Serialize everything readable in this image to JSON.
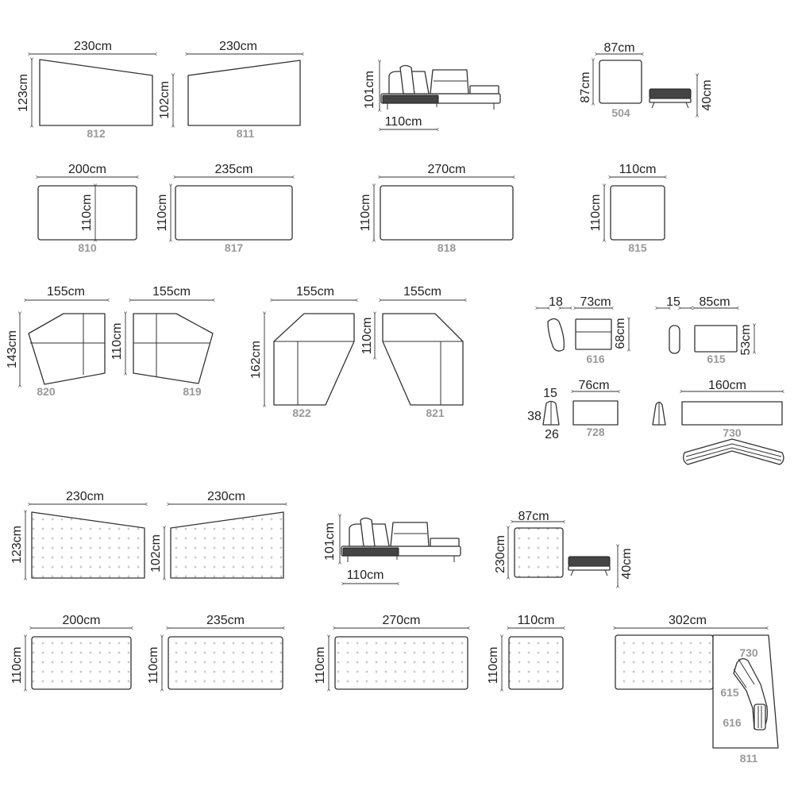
{
  "row1": {
    "m812": {
      "width": "230cm",
      "depth": "123cm",
      "code": "812"
    },
    "m811": {
      "width": "230cm",
      "depth": "102cm",
      "code": "811"
    },
    "side_view": {
      "height": "101cm",
      "seat_depth": "110cm"
    },
    "m504": {
      "width": "87cm",
      "depth": "87cm",
      "code": "504",
      "ottoman_height": "40cm"
    }
  },
  "row2": {
    "m810": {
      "width": "200cm",
      "depth": "110cm",
      "code": "810"
    },
    "m817": {
      "width": "235cm",
      "depth": "110cm",
      "code": "817"
    },
    "m818": {
      "width": "270cm",
      "depth": "110cm",
      "code": "818"
    },
    "m815": {
      "width": "110cm",
      "depth": "110cm",
      "code": "815"
    }
  },
  "row3": {
    "m820": {
      "width": "155cm",
      "depth": "143cm",
      "code": "820"
    },
    "m819": {
      "width": "155cm",
      "depth": "110cm",
      "code": "819"
    },
    "m822": {
      "width": "155cm",
      "depth": "162cm",
      "code": "822"
    },
    "m821": {
      "width": "155cm",
      "depth": "110cm",
      "code": "821"
    }
  },
  "cushions": {
    "c616": {
      "thickness": "18",
      "width": "73cm",
      "height": "68cm",
      "code": "616"
    },
    "c615": {
      "thickness": "15",
      "width": "85cm",
      "height": "53cm",
      "code": "615"
    },
    "c728": {
      "top": "15",
      "height": "38",
      "bottom": "26",
      "width": "76cm",
      "code": "728"
    },
    "c730": {
      "width": "160cm",
      "code": "730"
    }
  },
  "quilted": {
    "q812": {
      "width": "230cm",
      "depth": "123cm"
    },
    "q811": {
      "width": "230cm",
      "depth": "102cm"
    },
    "side_view": {
      "height": "101cm",
      "seat_depth": "110cm"
    },
    "pouf": {
      "width": "87cm",
      "depth": "230cm",
      "ottoman_height": "40cm"
    },
    "q810": {
      "width": "200cm",
      "depth": "110cm"
    },
    "q817": {
      "width": "235cm",
      "depth": "110cm"
    },
    "q818": {
      "width": "270cm",
      "depth": "110cm"
    },
    "q815": {
      "width": "110cm",
      "depth": "110cm"
    },
    "corner": {
      "width": "302cm",
      "labels": [
        "730",
        "615",
        "616",
        "811"
      ]
    }
  }
}
